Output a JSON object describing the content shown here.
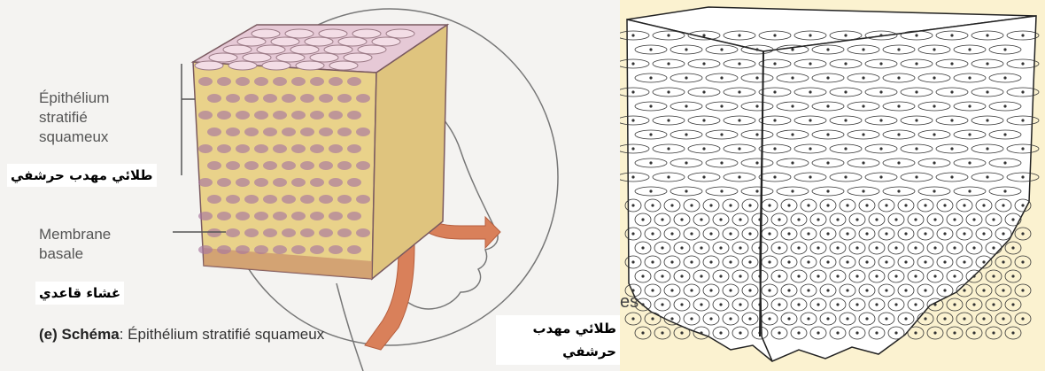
{
  "left_figure": {
    "label_epithelium": [
      "Épithélium",
      "stratifié",
      "squameux"
    ],
    "label_epithelium_ar": "طلائي مهدب حرشفي",
    "label_membrane": [
      "Membrane",
      "basale"
    ],
    "label_membrane_ar": "غشاء قاعدي",
    "caption_prefix": "(e) Schéma",
    "caption_text": ": Épithélium stratifié squameux",
    "caption_ar_line1": "طلائي مهدب",
    "caption_ar_line2": "حرشفي"
  },
  "right_figure": {
    "edge_text": "es"
  },
  "colors": {
    "cell_fill": "#e9d28a",
    "cell_top": "#e6c9d6",
    "vessel": "#d9805a",
    "stroke": "#222222"
  }
}
